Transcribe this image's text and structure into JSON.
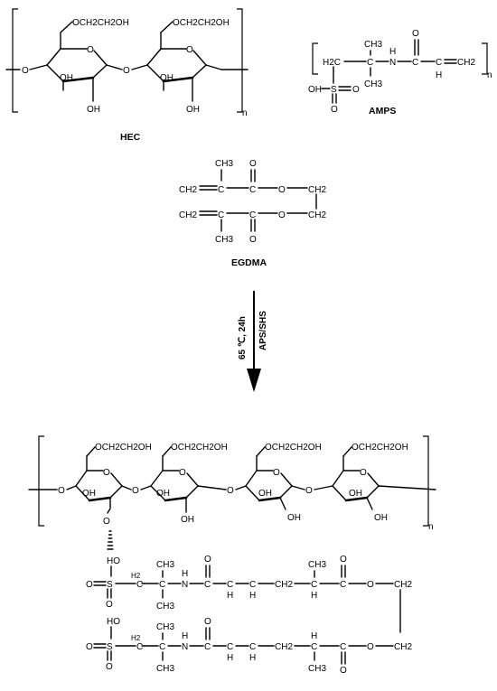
{
  "figure": {
    "hec": {
      "name": "HEC",
      "substituent": "OCH2CH2OH",
      "hydroxyl": "OH",
      "bridge_o": "O",
      "ring_o": "O",
      "repeat": "n"
    },
    "amps": {
      "name": "AMPS",
      "methyl": "CH3",
      "h2c": "H2C",
      "c": "C",
      "nh": "N",
      "nh_h": "H",
      "carbonyl_o": "O",
      "vinyl_c": "C",
      "vinyl_h": "H",
      "ch2": "CH2",
      "oh": "OH",
      "s": "S",
      "o": "O",
      "repeat": "n"
    },
    "egdma": {
      "name": "EGDMA",
      "ch2": "CH2",
      "c": "C",
      "ch3": "CH3",
      "o": "O"
    },
    "reaction": {
      "conditions": "65 ℃, 24h",
      "initiator": "APS/SHS"
    },
    "product": {
      "substituent": "OCH2CH2OH",
      "hydroxyl": "OH",
      "o": "O",
      "ho": "HO",
      "s": "S",
      "c": "C",
      "h": "H",
      "h2": "H2",
      "n": "N",
      "ch2": "CH2",
      "ch3": "CH3",
      "repeat": "n"
    }
  }
}
